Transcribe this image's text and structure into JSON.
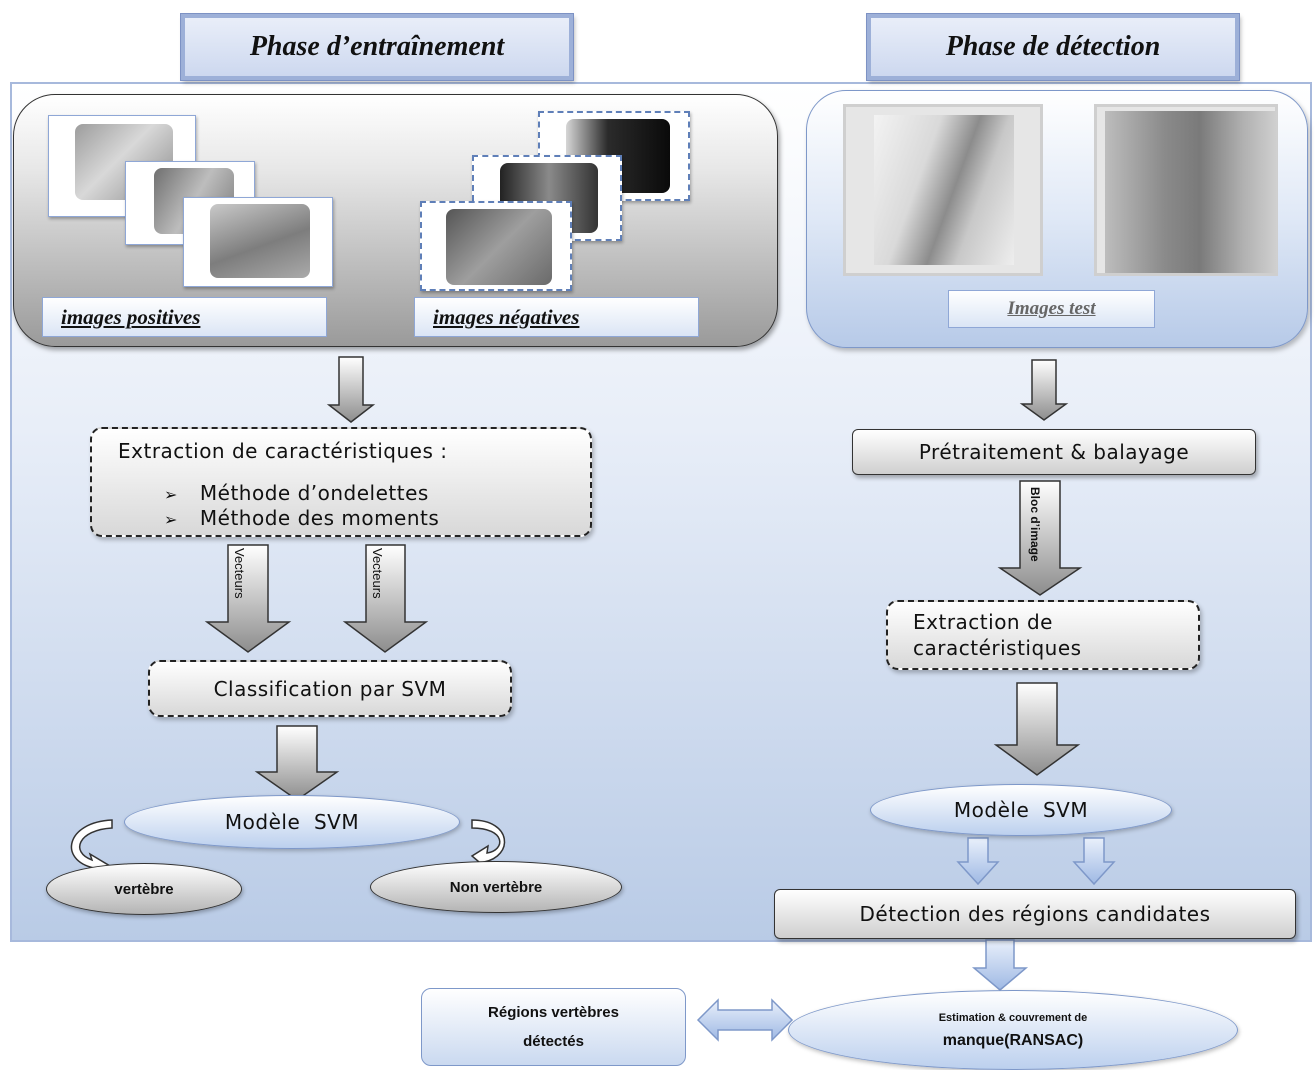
{
  "titles": {
    "training": "Phase d’entraînement",
    "detection": "Phase de détection"
  },
  "training": {
    "positive_label": "images positives",
    "negative_label": "images négatives",
    "extraction_title": "Extraction de caractéristiques :",
    "methods": [
      "Méthode d’ondelettes",
      "Méthode des moments"
    ],
    "bullet": "➢",
    "arrow_labels": [
      "Vecteurs",
      "Vecteurs"
    ],
    "classification": "Classification par SVM",
    "model": "Modèle  SVM",
    "outcomes": [
      "vertèbre",
      "Non vertèbre"
    ]
  },
  "detection": {
    "test_label": "Images test",
    "preprocess": "Prétraitement & balayage",
    "arrow_label": "Bloc d’image",
    "extraction_line1": "Extraction de",
    "extraction_line2": "caractéristiques",
    "model": "Modèle  SVM",
    "candidates": "Détection des régions candidates"
  },
  "final": {
    "estimation_line1": "Estimation & couvrement de",
    "estimation_line2": "manque(RANSAC)",
    "regions_line1": "Régions vertèbres",
    "regions_line2": "détectés"
  },
  "colors": {
    "panel_border": "#a7b9dc",
    "accent_blue": "#8fa7d6",
    "arrow_grey": "#9a9a9a"
  }
}
